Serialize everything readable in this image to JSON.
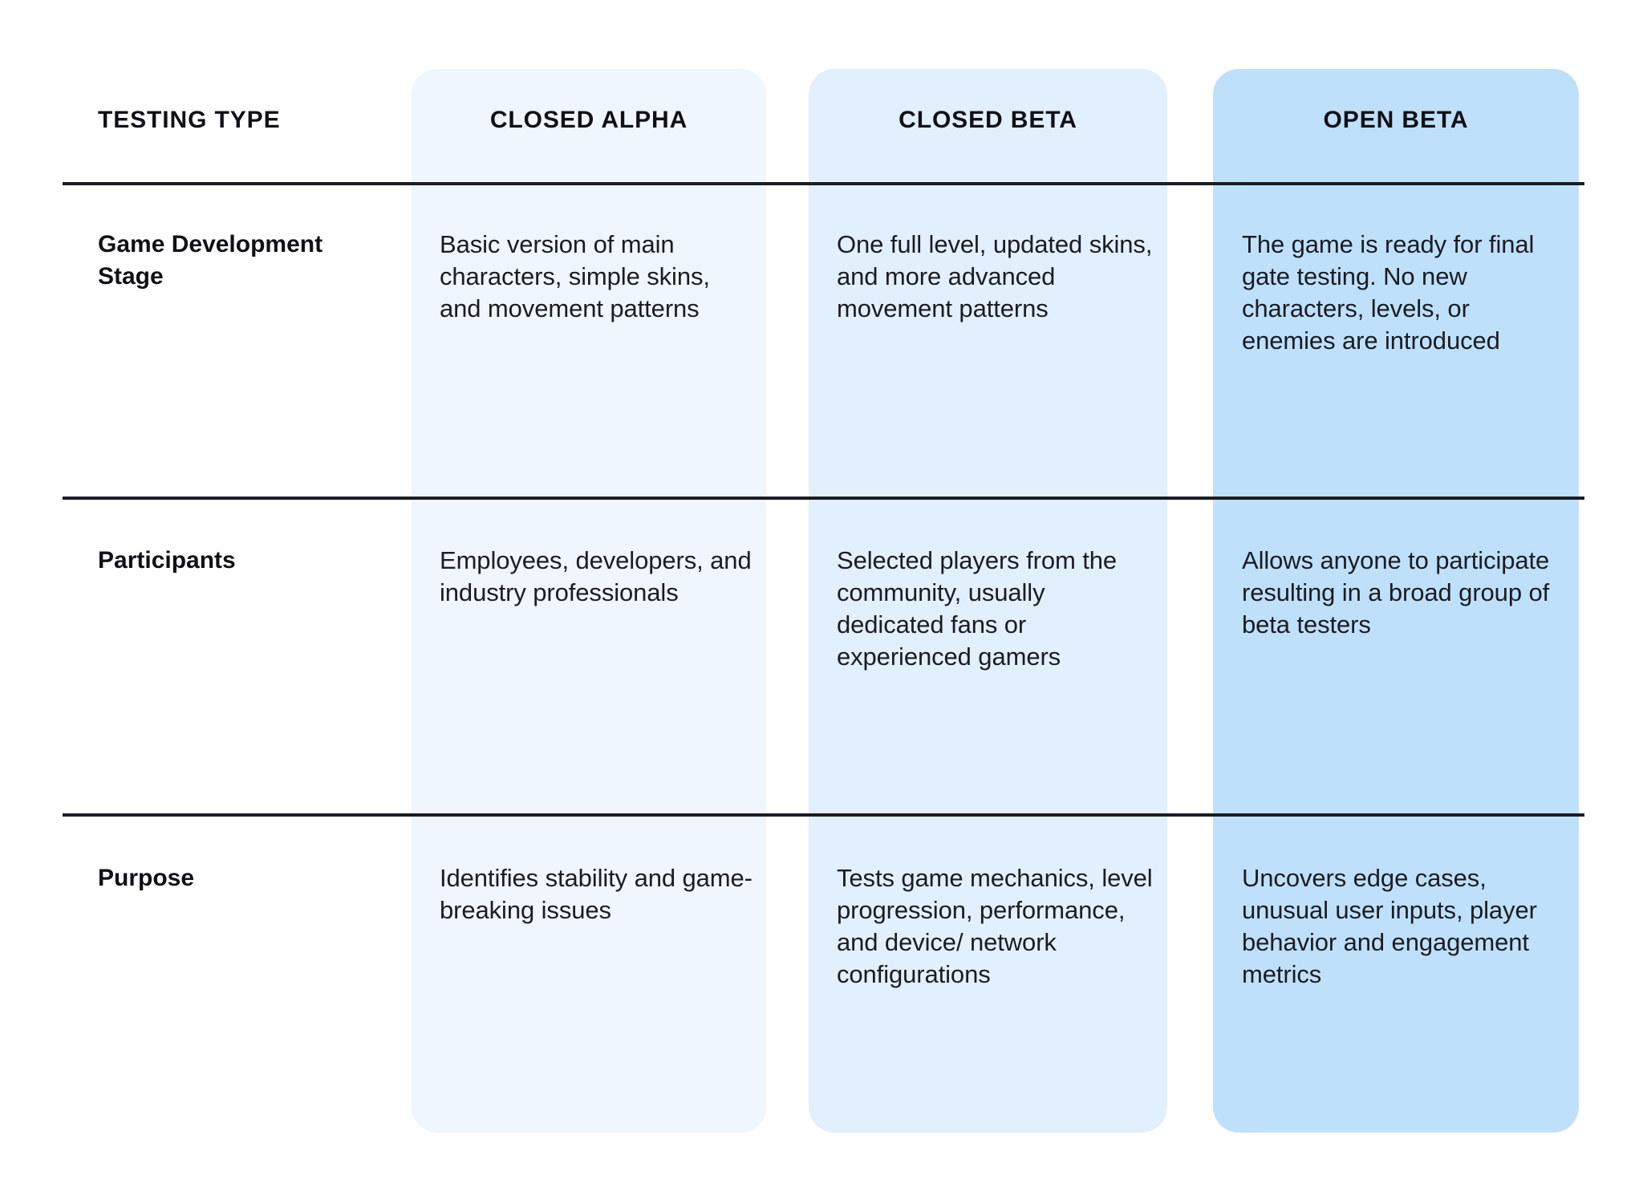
{
  "table": {
    "colors": {
      "closed_alpha_bg": "#eff6fd",
      "closed_beta_bg": "#e2effc",
      "open_beta_bg": "#bfe0fa",
      "rule": "#1b1c24",
      "text": "#15161c",
      "page_bg": "#ffffff"
    },
    "columns": [
      {
        "key": "label",
        "header": "TESTING TYPE",
        "highlight": false
      },
      {
        "key": "closed_alpha",
        "header": "CLOSED ALPHA",
        "highlight": false
      },
      {
        "key": "closed_beta",
        "header": "CLOSED BETA",
        "highlight": false
      },
      {
        "key": "open_beta",
        "header": "OPEN BETA",
        "highlight": true
      }
    ],
    "rows": [
      {
        "label": "Game Development Stage",
        "closed_alpha": "Basic version of main characters, simple skins, and movement patterns",
        "closed_beta": "One full level, updated skins, and more advanced movement patterns",
        "open_beta": "The game is ready for final gate testing. No new characters, levels, or enemies are introduced"
      },
      {
        "label": "Participants",
        "closed_alpha": "Employees, developers, and industry professionals",
        "closed_beta": "Selected players from the community, usually dedicated fans or experienced gamers",
        "open_beta": "Allows anyone to participate resulting in a broad group of beta testers"
      },
      {
        "label": "Purpose",
        "closed_alpha": "Identifies stability and game-breaking issues",
        "closed_beta": "Tests game mechanics, level progression, performance, and device/ network configurations",
        "open_beta": "Uncovers edge cases, unusual user inputs, player behavior and engagement metrics"
      }
    ]
  }
}
